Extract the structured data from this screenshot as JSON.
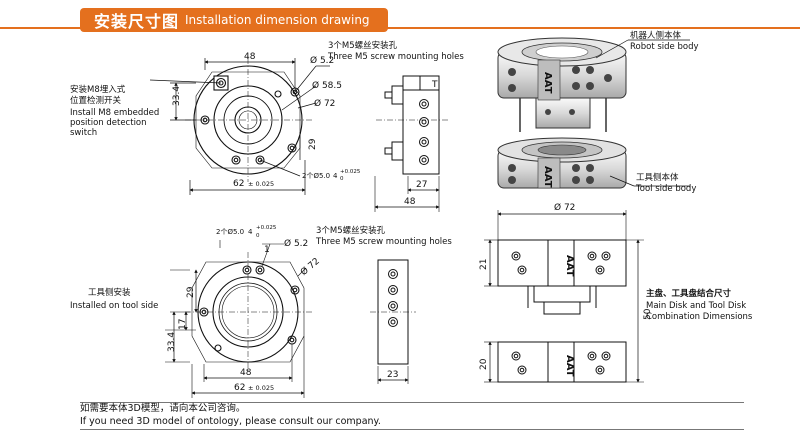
{
  "header": {
    "title_cn": "安装尺寸图",
    "title_en": "Installation dimension drawing"
  },
  "top_front": {
    "dim_width": "48",
    "dim_bolt_dia": "Ø 5.2",
    "dim_dia_58": "Ø 58.5",
    "dim_dia_72": "Ø 72",
    "dim_height": "33.4",
    "dim_29": "29",
    "dim_bottom": "62",
    "dim_bottom_tol": "± 0.025",
    "pin_spec": "2个Ø5.0",
    "pin_tol_num": "4",
    "pin_tol_up": "+0.025",
    "pin_tol_down": "0"
  },
  "top_side": {
    "dim_27": "27",
    "dim_48": "48",
    "mark": "T"
  },
  "top_labels": {
    "holes_cn": "3个M5螺丝安装孔",
    "holes_en": "Three M5 screw mounting holes",
    "sensor_cn_1": "安装M8埋入式",
    "sensor_cn_2": "位置检测开关",
    "sensor_en_1": "Install M8 embedded",
    "sensor_en_2": "position detection",
    "sensor_en_3": "switch"
  },
  "bottom_front": {
    "pin_spec": "2个Ø5.0",
    "pin_tol_num": "4",
    "pin_tol_up": "+0.025",
    "pin_tol_down": "0",
    "dim_1": "1",
    "dim_bolt_dia": "Ø 5.2",
    "dim_dia_72": "Ø 72",
    "dim_29": "29",
    "dim_17": "17",
    "dim_33": "33.4",
    "dim_48": "48",
    "dim_bottom": "62",
    "dim_bottom_tol": "± 0.025"
  },
  "bottom_side": {
    "dim_23": "23"
  },
  "bottom_labels": {
    "holes_cn": "3个M5螺丝安装孔",
    "holes_en": "Three M5 screw mounting holes",
    "tool_cn": "工具侧安装",
    "tool_en": "Installed on tool side"
  },
  "right": {
    "robot_cn": "机器人侧本体",
    "robot_en": "Robot side body",
    "tool_cn": "工具侧本体",
    "tool_en": "Tool side body",
    "combo_dia": "Ø 72",
    "combo_21": "21",
    "combo_50": "50",
    "combo_20": "20",
    "combo_cn": "主盘、工具盘结合尺寸",
    "combo_en_1": "Main Disk and Tool Disk",
    "combo_en_2": "Combination Dimensions",
    "logo": "AAT"
  },
  "footer": {
    "line_cn": "如需要本体3D模型，请向本公司咨询。",
    "line_en": "If you need 3D model of ontology, please consult our company."
  }
}
